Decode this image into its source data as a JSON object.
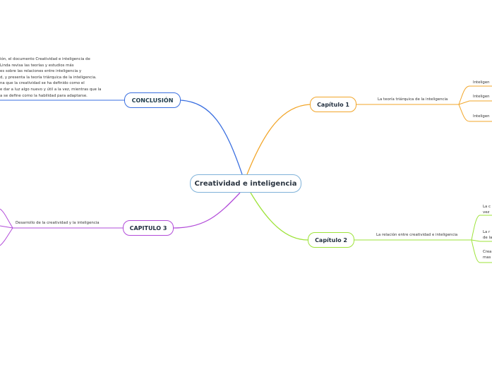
{
  "central": "Creatividad e inteligencia",
  "conclusion": {
    "title": "CONCLUSIÓN",
    "lines": [
      "ión, el documento Creatividad e inteligencia de",
      "Linda  revisa las teorías y estudios más",
      "es sobre las relaciones entre inteligencia y",
      "d, y presenta la teoría triárquica de la inteligencia.",
      "na que la creatividad se ha definido como el",
      "e dar a luz algo nuevo y útil a la vez, mientras que la",
      "a se define como la habilidad para adaptarse."
    ]
  },
  "cap1": {
    "title": "Capítulo 1",
    "subtopic": "La teoría triárquica de la inteligencia",
    "children": [
      "Inteligen",
      "Inteligen",
      "Inteligen"
    ]
  },
  "cap2": {
    "title": "Capítulo 2",
    "subtopic": "La relación entre creatividad e inteligencia",
    "children": [
      [
        "La c",
        "vez"
      ],
      [
        "La r",
        "de la"
      ],
      [
        "Crea",
        "mas"
      ]
    ]
  },
  "cap3": {
    "title": "CAPITULO 3",
    "subtopic": "Desarrollo de la creatividad y la inteligencia"
  },
  "colors": {
    "central_border": "#7fb2d9",
    "cap1": "#f2a62a",
    "cap2": "#9ee33a",
    "cap3": "#b24cd9",
    "conclusion": "#3a6fe0"
  }
}
